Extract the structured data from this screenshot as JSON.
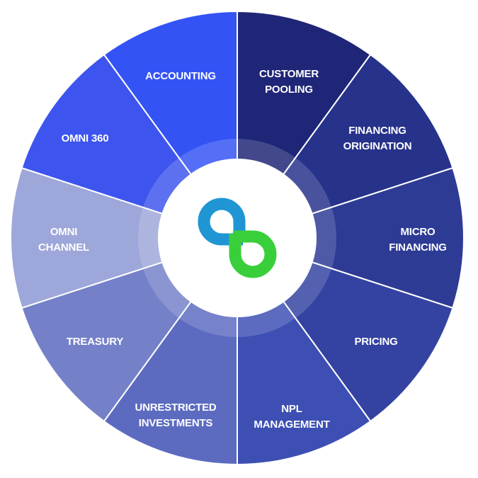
{
  "wheel": {
    "segments": [
      {
        "id": "customer-pooling",
        "lines": [
          "CUSTOMER",
          "POOLING"
        ],
        "color": "#1f2677",
        "interactable": true
      },
      {
        "id": "financing-origination",
        "lines": [
          "FINANCING",
          "ORIGINATION"
        ],
        "color": "#27328a",
        "interactable": true
      },
      {
        "id": "micro-financing",
        "lines": [
          "MICRO",
          "FINANCING"
        ],
        "color": "#2e3b95",
        "interactable": true
      },
      {
        "id": "pricing",
        "lines": [
          "PRICING"
        ],
        "color": "#3443a1",
        "interactable": true
      },
      {
        "id": "npl-management",
        "lines": [
          "NPL",
          "MANAGEMENT"
        ],
        "color": "#3d4fb3",
        "interactable": true
      },
      {
        "id": "unrestricted-investments",
        "lines": [
          "UNRESTRICTED",
          "INVESTMENTS"
        ],
        "color": "#5c6bc0",
        "interactable": true
      },
      {
        "id": "treasury",
        "lines": [
          "TREASURY"
        ],
        "color": "#7481c9",
        "interactable": true
      },
      {
        "id": "omni-channel",
        "lines": [
          "OMNI",
          "CHANNEL"
        ],
        "color": "#9ea7d9",
        "interactable": true
      },
      {
        "id": "omni-360",
        "lines": [
          "OMNI 360"
        ],
        "color": "#3d55ee",
        "interactable": true
      },
      {
        "id": "accounting",
        "lines": [
          "ACCOUNTING"
        ],
        "color": "#3453f5",
        "interactable": true
      }
    ],
    "center_logo": {
      "name": "infinity-logo-icon",
      "colors": {
        "blue": "#1f96d3",
        "green": "#39cf3b"
      }
    }
  }
}
